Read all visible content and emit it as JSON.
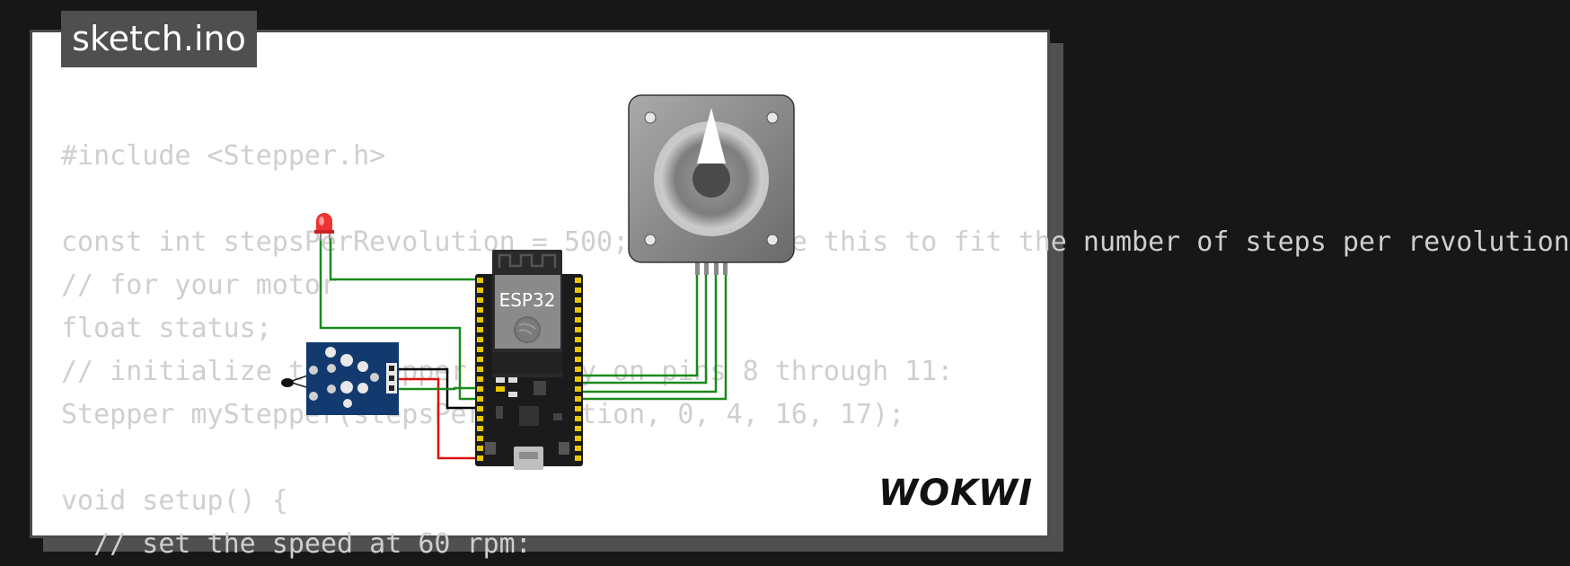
{
  "title": "sketch.ino",
  "brand": "WOKWI",
  "code_lines": [
    "#include <Stepper.h>",
    "",
    "const int stepsPerRevolution = 500;  // change this to fit the number of steps per revolution",
    "// for your motor",
    "float status;",
    "// initialize the stepper library on pins 8 through 11:",
    "Stepper myStepper(stepsPerRevolution, 0, 4, 16, 17);",
    "",
    "void setup() {",
    "  // set the speed at 60 rpm:"
  ],
  "board": {
    "label": "ESP32"
  },
  "components": {
    "led": "red-led",
    "sensor": "sensor-module",
    "motor": "stepper-motor"
  },
  "colors": {
    "background": "#171717",
    "card": "#ffffff",
    "code_text": "#cfcfcf",
    "tab": "#4f4f4f",
    "wire_green": "#1a8a1a",
    "wire_red": "#e01010",
    "wire_black": "#000000",
    "sensor_board": "#123a6e"
  }
}
